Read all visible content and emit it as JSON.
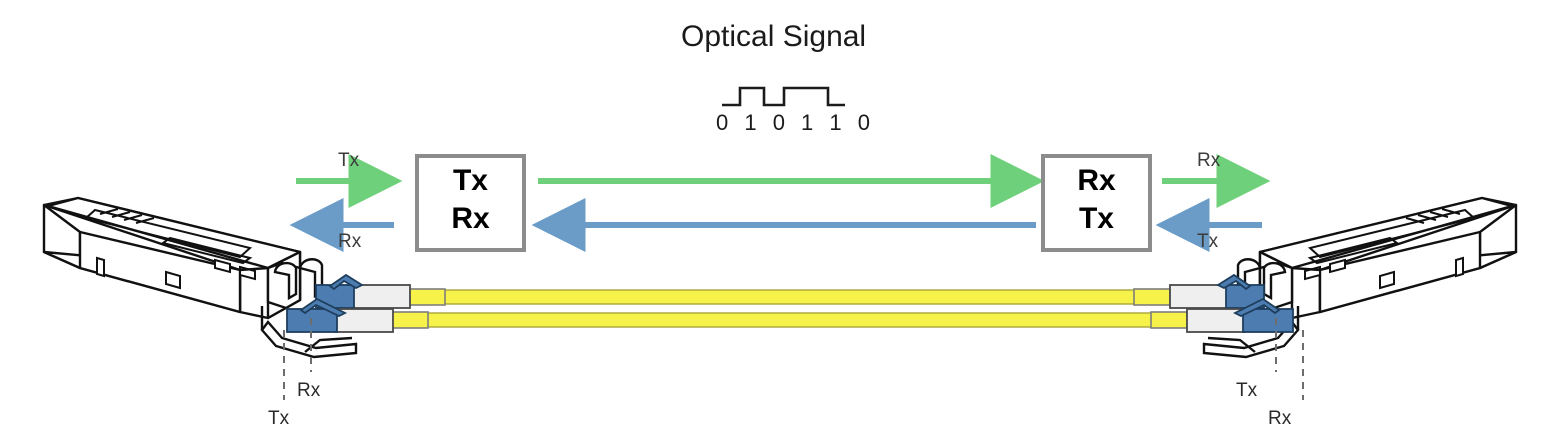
{
  "diagram": {
    "title": "Optical Signal",
    "signal": {
      "bits": "0 1 0 1 1 0",
      "bit_sequence": [
        0,
        1,
        0,
        1,
        1,
        0
      ],
      "waveform_name": "digital-square-wave"
    },
    "left_module": {
      "name": "sfp-transceiver-left",
      "box_line1": "Tx",
      "box_line2": "Rx",
      "outer_arrow_top_label": "Tx",
      "outer_arrow_bottom_label": "Rx",
      "pin_label_left": "Tx",
      "pin_label_right": "Rx"
    },
    "right_module": {
      "name": "sfp-transceiver-right",
      "box_line1": "Rx",
      "box_line2": "Tx",
      "outer_arrow_top_label": "Rx",
      "outer_arrow_bottom_label": "Tx",
      "pin_label_left": "Tx",
      "pin_label_right": "Rx"
    },
    "link": {
      "forward_direction": "left-to-right",
      "reverse_direction": "right-to-left",
      "fiber_count": 2
    },
    "colors": {
      "forward_arrow": "#6ed07a",
      "reverse_arrow": "#6b9bc7",
      "box_border": "#8c8c8c",
      "fiber": "#f7f24a",
      "connector": "#4c7cb0",
      "outline": "#111111",
      "leader": "#6d6d6d",
      "boot": "#efefef"
    }
  }
}
